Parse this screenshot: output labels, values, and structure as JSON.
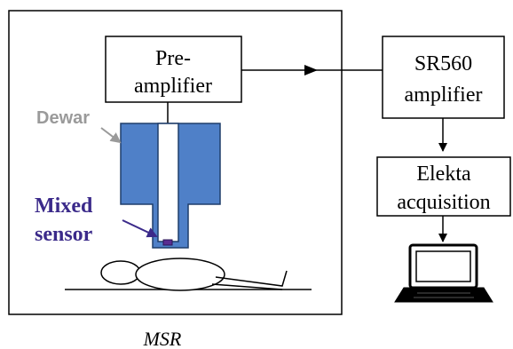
{
  "msr": {
    "caption": "MSR"
  },
  "preamp": {
    "line1": "Pre-",
    "line2": "amplifier"
  },
  "sr560": {
    "line1": "SR560",
    "line2": "amplifier"
  },
  "elekta": {
    "line1": "Elekta",
    "line2": "acquisition"
  },
  "labels": {
    "dewar": "Dewar",
    "mixed1": "Mixed",
    "mixed2": "sensor"
  },
  "colors": {
    "dewar_fill": "#4f80c8",
    "dewar_label": "#9a9a9a",
    "sensor_label": "#3b2a8a",
    "sensor_chip": "#5a2d91",
    "line": "#000000"
  },
  "icons": {
    "computer": "laptop-icon",
    "person": "lying-person-icon"
  }
}
